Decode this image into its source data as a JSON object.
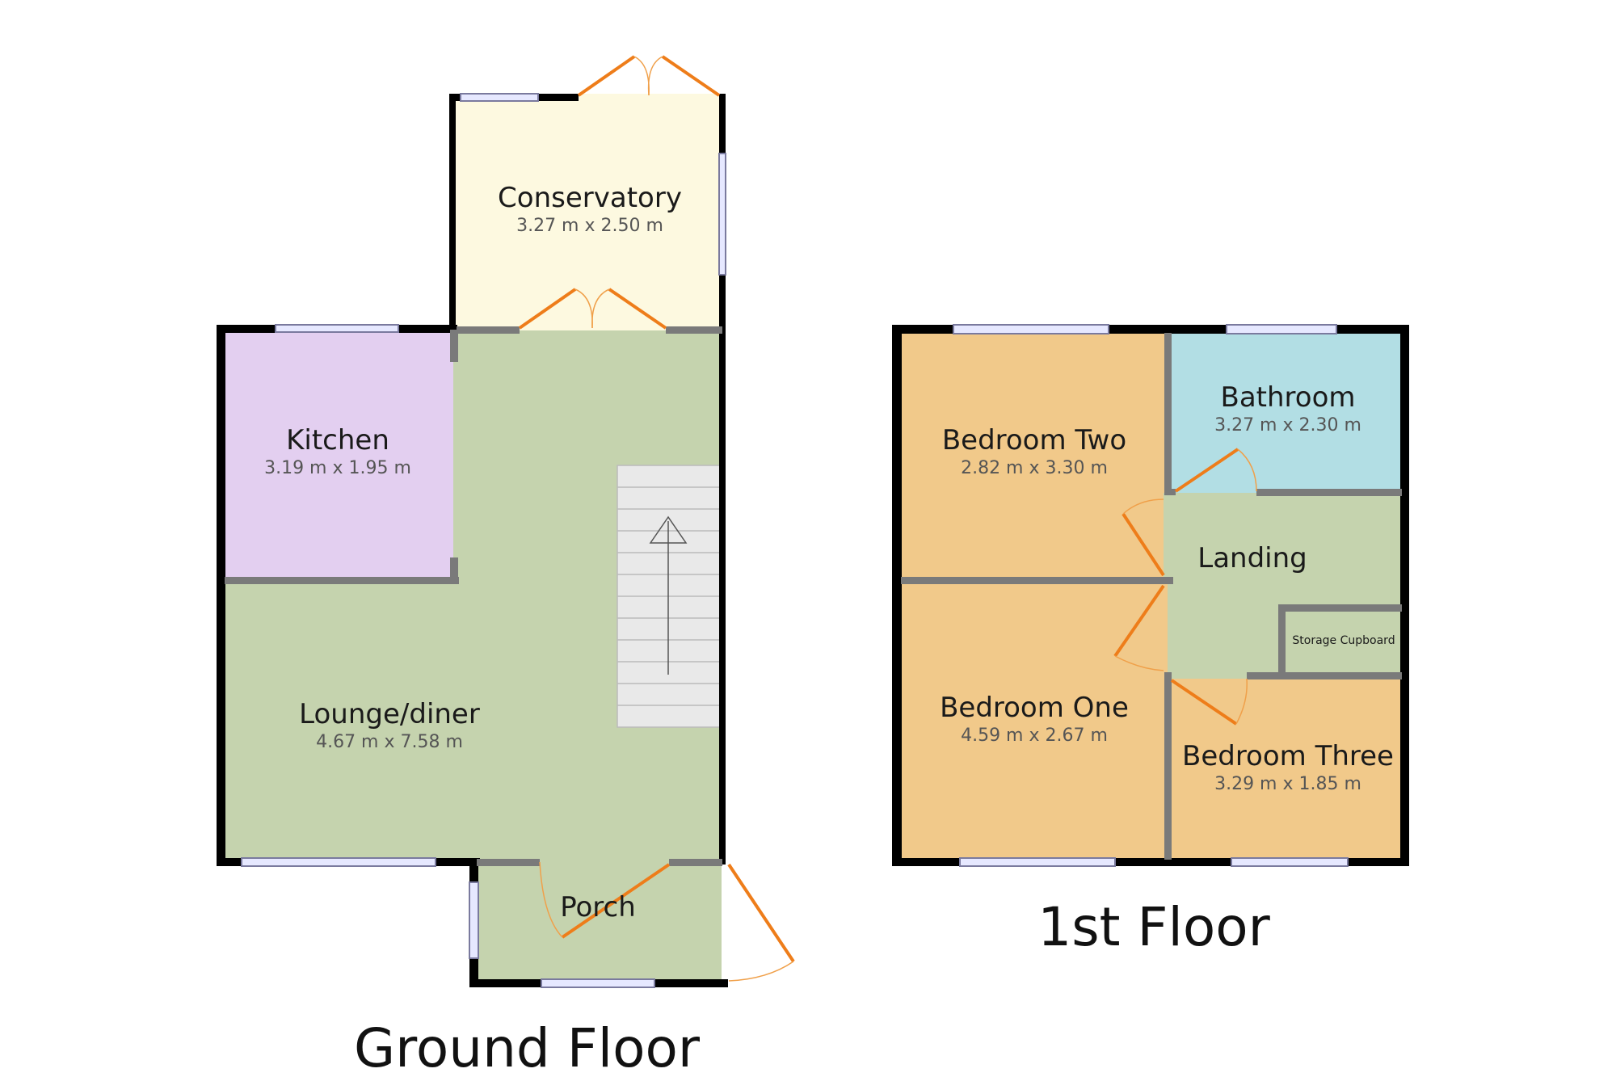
{
  "colors": {
    "conservatory": "#fdf9e0",
    "lounge": "#c5d3ae",
    "kitchen": "#e3cff0",
    "bedroom": "#f1c98a",
    "bathroom": "#b2dee4",
    "landing": "#c5d3ae",
    "walls": "#000000",
    "doors": "#ee7d1a",
    "windows": "#e6e8ff"
  },
  "ground_floor": {
    "title": "Ground Floor",
    "rooms": {
      "conservatory": {
        "name": "Conservatory",
        "dims": "3.27 m x 2.50 m"
      },
      "kitchen": {
        "name": "Kitchen",
        "dims": "3.19 m x 1.95 m"
      },
      "lounge": {
        "name": "Lounge/diner",
        "dims": "4.67 m x 7.58 m"
      },
      "porch": {
        "name": "Porch"
      }
    }
  },
  "first_floor": {
    "title": "1st Floor",
    "rooms": {
      "bedroom_two": {
        "name": "Bedroom Two",
        "dims": "2.82 m x 3.30 m"
      },
      "bathroom": {
        "name": "Bathroom",
        "dims": "3.27 m x 2.30 m"
      },
      "landing": {
        "name": "Landing"
      },
      "storage": {
        "name": "Storage Cupboard"
      },
      "bedroom_one": {
        "name": "Bedroom One",
        "dims": "4.59 m x 2.67 m"
      },
      "bedroom_three": {
        "name": "Bedroom Three",
        "dims": "3.29 m x 1.85 m"
      }
    }
  }
}
